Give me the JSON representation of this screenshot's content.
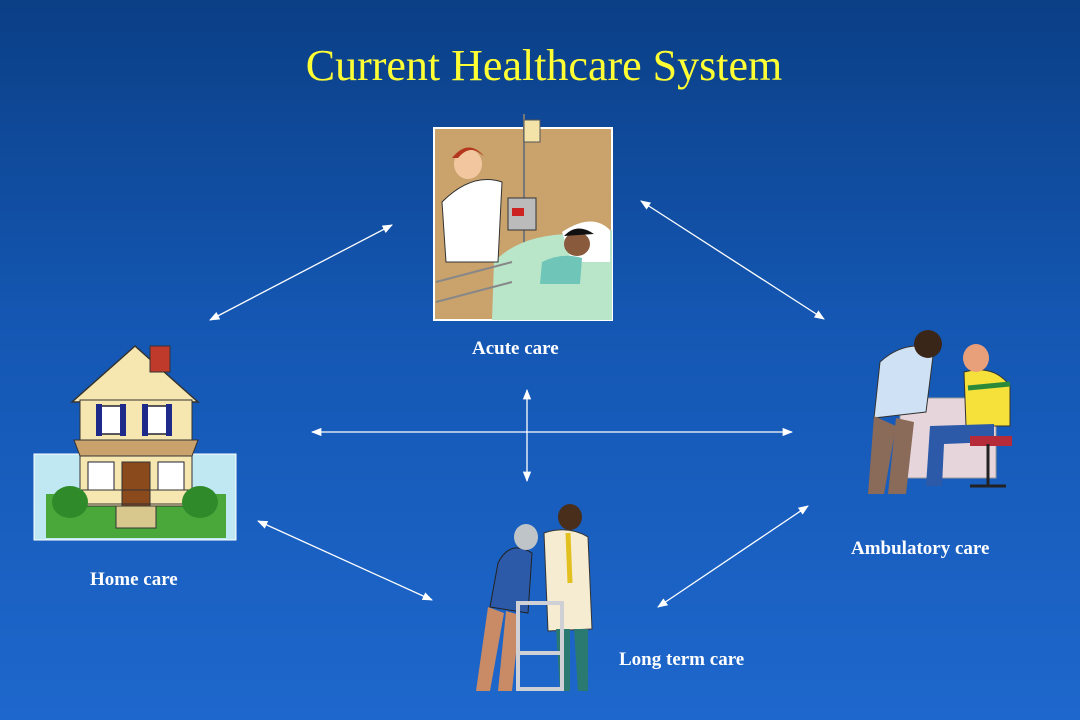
{
  "title": "Current Healthcare System",
  "nodes": {
    "acute": {
      "label": "Acute care",
      "icon": "hospital-bed-icon"
    },
    "home": {
      "label": "Home care",
      "icon": "house-icon"
    },
    "ambulatory": {
      "label": "Ambulatory care",
      "icon": "doctor-patient-icon"
    },
    "long_term": {
      "label": "Long term care",
      "icon": "walker-icon"
    }
  },
  "colors": {
    "background_top": "#0b3f86",
    "background_bottom": "#1e67cc",
    "title": "#ffff33",
    "labels": "#ffffff",
    "arrows": "#ffffff"
  }
}
